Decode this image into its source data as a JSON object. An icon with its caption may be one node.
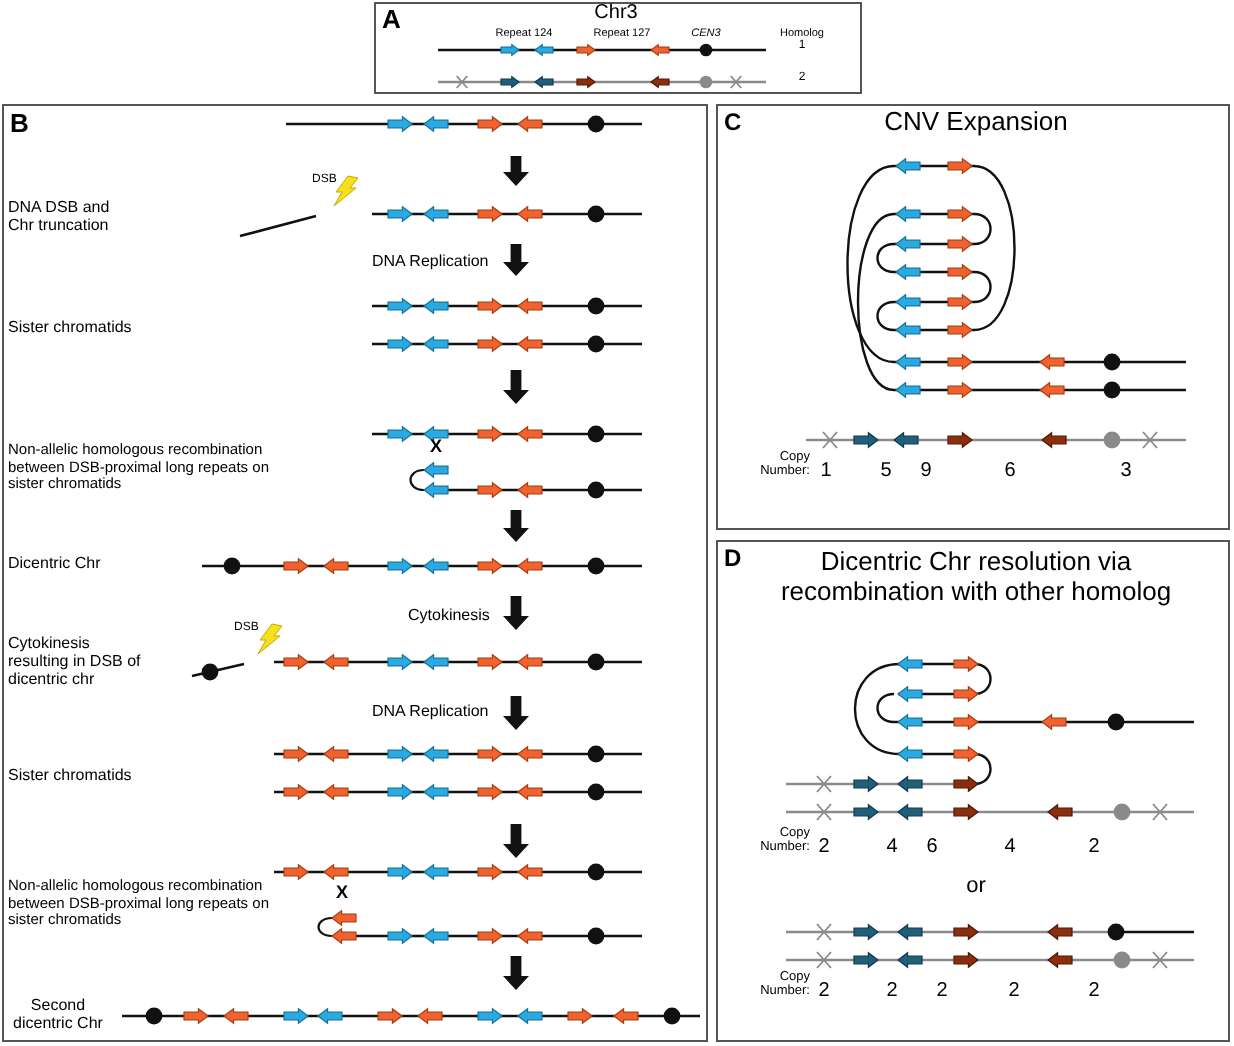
{
  "diagram": {
    "nodes": [
      {
        "text": [
          "A",
          "Chr3",
          "Repeat 124",
          "Repeat 127",
          "CEN3",
          "Homolog",
          "1",
          "2"
        ]
      },
      {
        "text": [
          "B",
          "DNA DSB and Chr truncation",
          "DSB",
          "DNA Replication",
          "Sister chromatids",
          "Non-allelic homologous recombination between DSB-proximal long repeats on sister chromatids",
          "X",
          "Dicentric Chr",
          "Cytokinesis",
          "Cytokinesis resulting in DSB of dicentric chr",
          "DSB",
          "DNA Replication",
          "Sister chromatids",
          "Non-allelic homologous recombination between DSB-proximal long repeats on sister chromatids",
          "X",
          "Second dicentric Chr"
        ]
      },
      {
        "text": [
          "C",
          "CNV Expansion",
          "Copy Number:",
          "1",
          "5",
          "9",
          "6",
          "3"
        ]
      },
      {
        "text": [
          "D",
          "Dicentric Chr resolution via recombination with other homolog",
          "Copy Number:",
          "2",
          "4",
          "6",
          "4",
          "2",
          "or",
          "Copy Number:",
          "2",
          "2",
          "2",
          "2",
          "2"
        ]
      }
    ]
  }
}
